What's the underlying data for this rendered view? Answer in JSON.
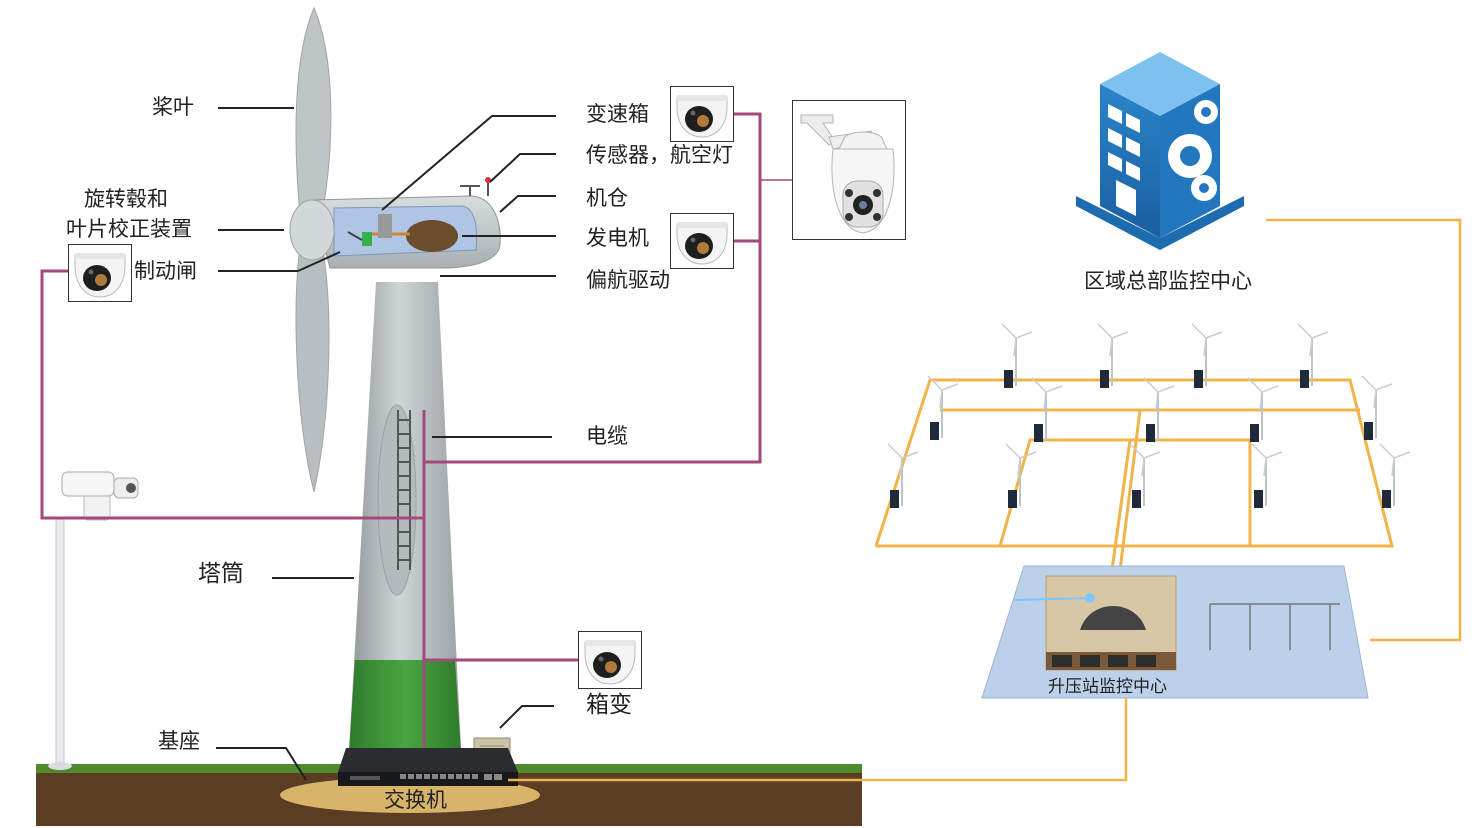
{
  "labels": {
    "blade": "桨叶",
    "hub_line1": "旋转毂和",
    "hub_line2": "叶片校正装置",
    "brake": "制动闸",
    "gearbox": "变速箱",
    "sensor": "传感器，航空灯",
    "nacelle": "机仓",
    "generator": "发电机",
    "yaw": "偏航驱动",
    "cable": "电缆",
    "tower": "塔筒",
    "base": "基座",
    "box_transformer": "箱变",
    "switch": "交换机",
    "regional_hq": "区域总部监控中心",
    "substation": "升压站监控中心"
  },
  "colors": {
    "camera_link": "#a24a7c",
    "fiber_link": "#f0b449",
    "ground": "#5b3d23",
    "grass": "#4f8a2d",
    "tower": "#b8bec1",
    "tower_base": "#3f9a3a",
    "building": "#2f8fd1"
  },
  "icons": [
    "dome-camera-icon",
    "ptz-camera-icon",
    "bullet-camera-icon",
    "building-gear-icon",
    "network-switch-icon",
    "wind-turbine-icon"
  ]
}
